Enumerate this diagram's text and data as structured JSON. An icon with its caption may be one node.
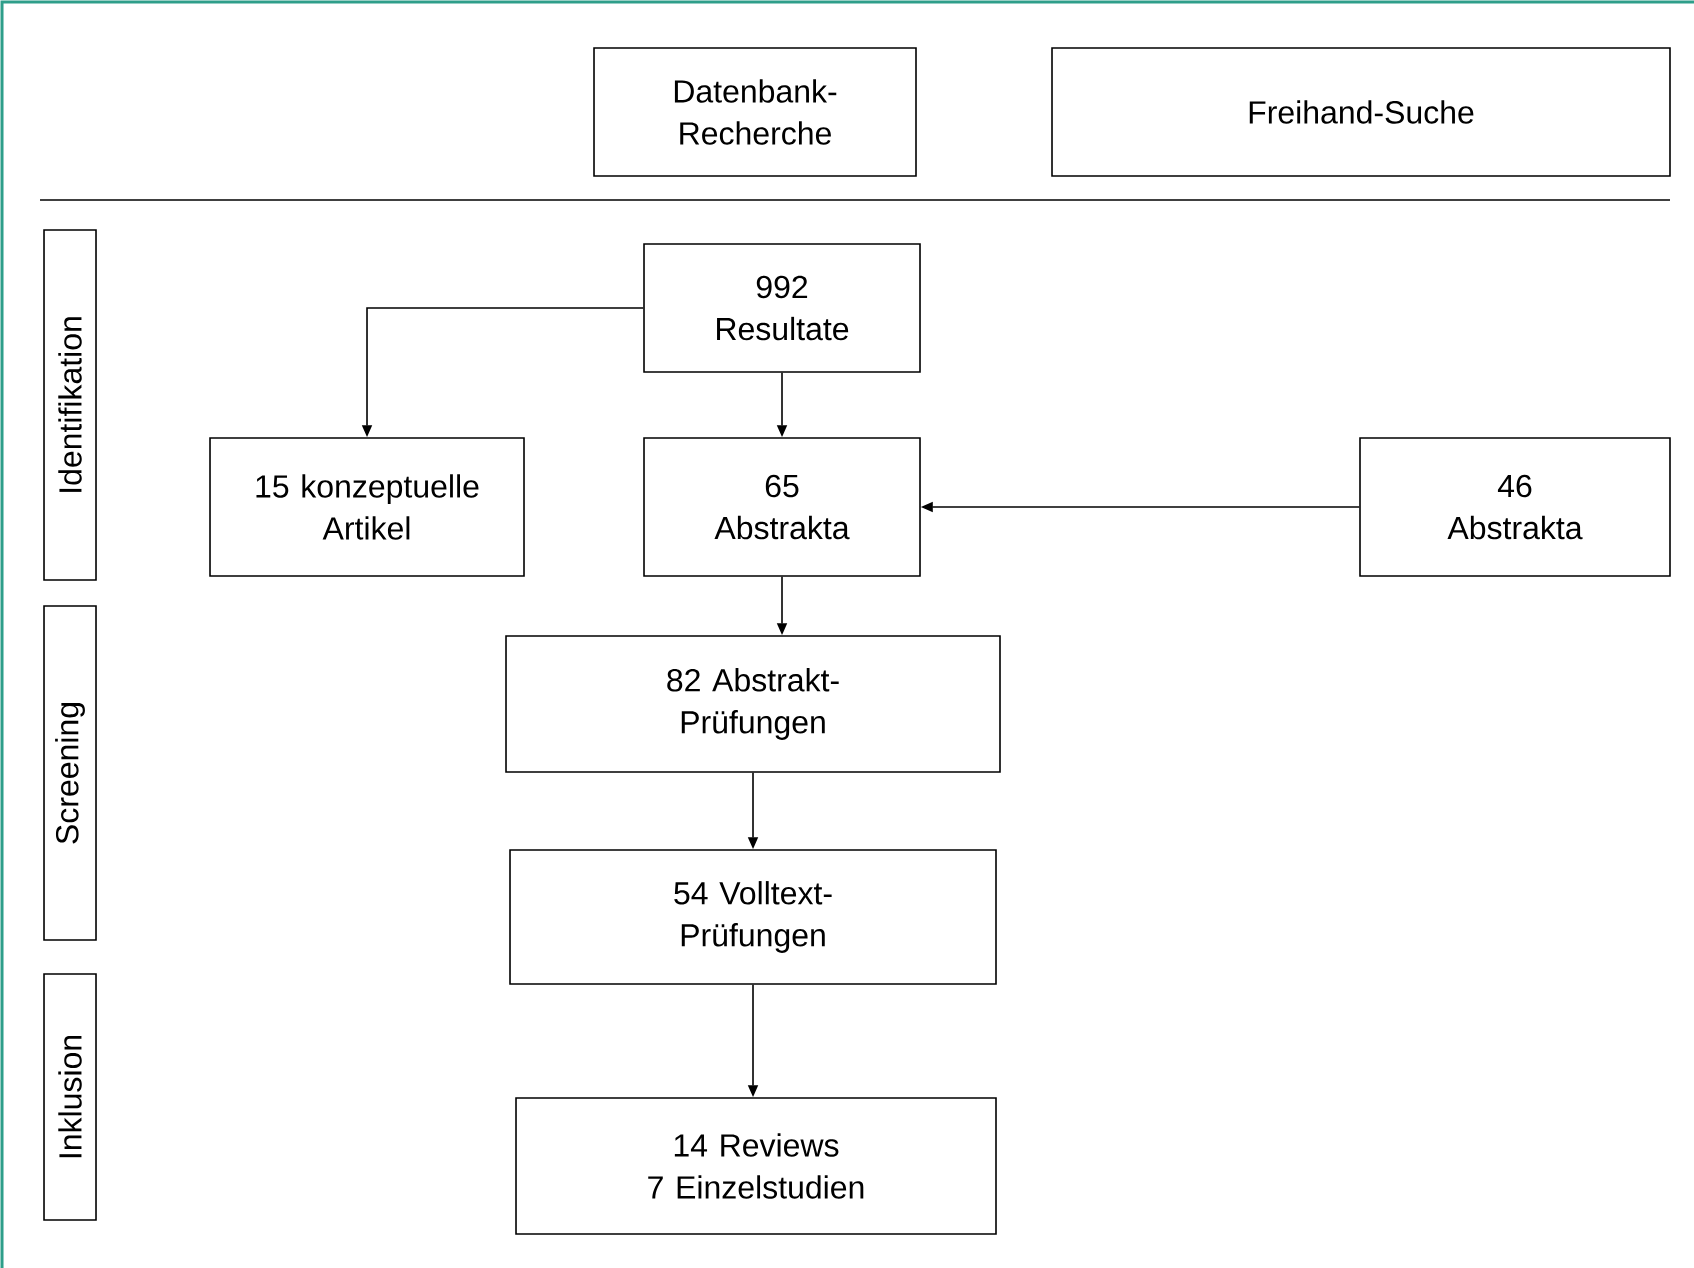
{
  "diagram": {
    "nodes": [
      {
        "text": [
          "Datenbank-Recherche"
        ]
      },
      {
        "text": [
          "Freihand-Suche"
        ]
      },
      {
        "text": [
          "Identifikation"
        ]
      },
      {
        "text": [
          "992 Resultate"
        ]
      },
      {
        "text": [
          "15 konzeptuelle Artikel"
        ]
      },
      {
        "text": [
          "65 Abstrakta"
        ]
      },
      {
        "text": [
          "46 Abstrakta"
        ]
      },
      {
        "text": [
          "Screening"
        ]
      },
      {
        "text": [
          "82 Abstrakt-Prüfungen"
        ]
      },
      {
        "text": [
          "54 Volltext-Prüfungen"
        ]
      },
      {
        "text": [
          "Inklusion"
        ]
      },
      {
        "text": [
          "14 Reviews",
          "7 Einzelstudien"
        ]
      }
    ],
    "edges": [
      {
        "from": 3,
        "to": 4,
        "arrow": "to"
      },
      {
        "from": 3,
        "to": 5,
        "arrow": "to"
      },
      {
        "from": 6,
        "to": 5,
        "arrow": "to"
      },
      {
        "from": 5,
        "to": 8,
        "arrow": "to"
      },
      {
        "from": 8,
        "to": 9,
        "arrow": "to"
      },
      {
        "from": 9,
        "to": 11,
        "arrow": "to"
      }
    ]
  }
}
